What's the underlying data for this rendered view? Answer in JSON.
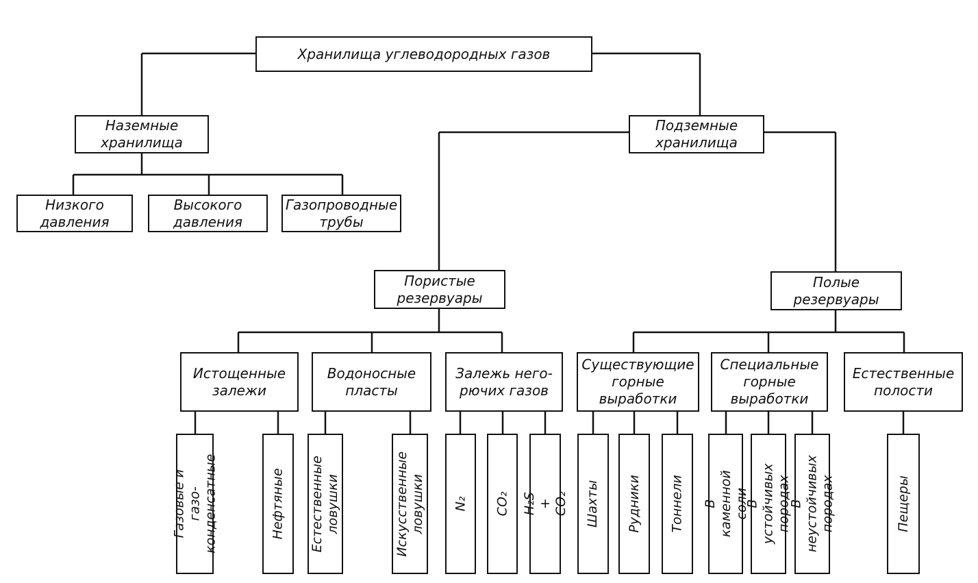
{
  "root": "Хранилища углеводородных газов",
  "surface": {
    "title": "Наземные\nхранилища",
    "children": [
      "Низкого\nдавления",
      "Высокого\nдавления",
      "Газопроводные\nтрубы"
    ]
  },
  "underground": {
    "title": "Подземные\nхранилища",
    "porous": {
      "title": "Пористые\nрезервуары",
      "depleted": {
        "title": "Истощенные\nзалежи",
        "leaves": [
          "Газовые и газо-\nконденсатные",
          "Нефтяные"
        ]
      },
      "aquifers": {
        "title": "Водоносные\nпласты",
        "leaves": [
          "Естественные\nловушки",
          "Искусственные\nловушки"
        ]
      },
      "noncombustible": {
        "title": "Залежь него-\nрючих газов",
        "leaves": [
          "N₂",
          "CO₂",
          "H₂S + CO₂"
        ]
      }
    },
    "hollow": {
      "title": "Полые\nрезервуары",
      "existing": {
        "title": "Существующие\nгорные\nвыработки",
        "leaves": [
          "Шахты",
          "Рудники",
          "Тоннели"
        ]
      },
      "special": {
        "title": "Специальные\nгорные\nвыработки",
        "leaves": [
          "В каменной\nсоли",
          "В устойчивых\nпородах",
          "В неустойчивых\nпородах"
        ]
      },
      "natural": {
        "title": "Естественные\nполости",
        "leaves": [
          "Пещеры"
        ]
      }
    }
  }
}
